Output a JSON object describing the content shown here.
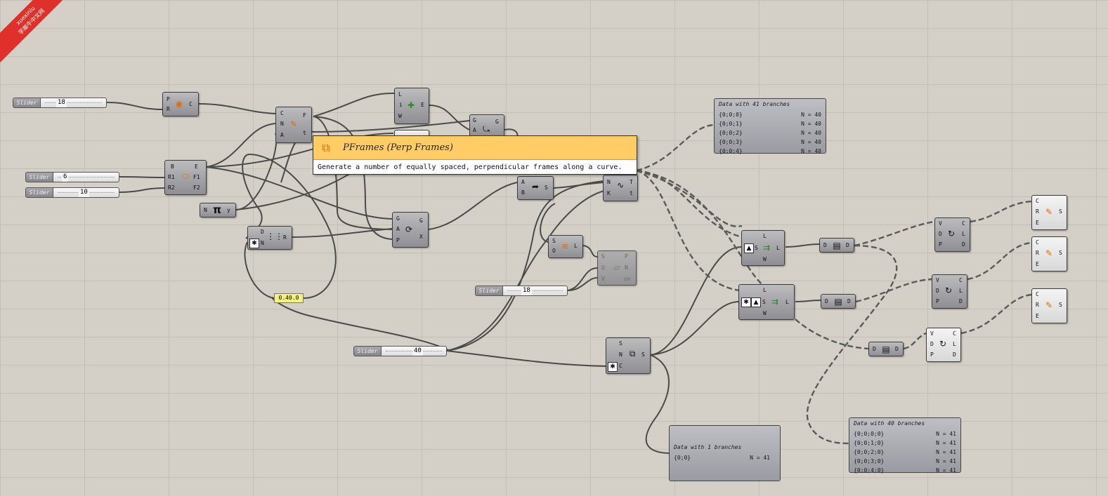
{
  "watermark": {
    "line1": "xuexiniu",
    "line2": "学犀牛中文网"
  },
  "tooltip": {
    "icon": "perp-frames-icon",
    "title": "PFrames (Perp Frames)",
    "description": "Generate a number of equally spaced, perpendicular frames along a curve."
  },
  "sliders": {
    "s1": {
      "label": "Slider",
      "value": "18"
    },
    "s2": {
      "label": "Slider",
      "value": "6"
    },
    "s3": {
      "label": "Slider",
      "value": "10"
    },
    "s4": {
      "label": "Slider",
      "value": "18"
    },
    "s5": {
      "label": "Slider",
      "value": "40"
    }
  },
  "yellow_value": "0.40.0",
  "components": {
    "circle": {
      "in": [
        "P",
        "R"
      ],
      "out": [
        "C"
      ]
    },
    "pframes": {
      "in": [
        "C",
        "N",
        "A"
      ],
      "out": [
        "F",
        "t"
      ]
    },
    "ellipse": {
      "in": [
        "B",
        "R1",
        "R2"
      ],
      "out": [
        "E",
        "F1",
        "F2"
      ]
    },
    "pi": {
      "in": [
        "N"
      ],
      "out": [
        "y"
      ]
    },
    "series": {
      "in": [
        "D",
        "N"
      ],
      "out": [
        "R"
      ]
    },
    "rotate": {
      "in": [
        "G",
        "A",
        "P"
      ],
      "out": [
        "G",
        "X"
      ]
    },
    "move": {
      "in": [
        "L",
        "i",
        "W"
      ],
      "out": [
        "E"
      ]
    },
    "orient": {
      "in": [
        "G",
        "A"
      ],
      "out": [
        "G"
      ]
    },
    "sweep": {
      "in": [
        "A",
        "B"
      ],
      "out": [
        "S"
      ]
    },
    "interp": {
      "in": [
        "N",
        "K"
      ],
      "out": [
        "T",
        "t"
      ]
    },
    "stack": {
      "in": [
        "S",
        "O"
      ],
      "out": [
        "L"
      ]
    },
    "ghost": {
      "in": [
        "S",
        "U",
        "V"
      ],
      "out": [
        "P",
        "N",
        "uv"
      ]
    },
    "loft1": {
      "in": [
        "L",
        "S",
        "W"
      ],
      "out": [
        "L"
      ]
    },
    "loft2": {
      "in": [
        "L",
        "S",
        "W"
      ],
      "out": [
        "L"
      ]
    },
    "flip": {
      "in": [
        "S",
        "N",
        "C"
      ],
      "out": [
        "S"
      ]
    },
    "flat1": {
      "in": [
        "D"
      ],
      "out": [
        "D"
      ]
    },
    "flat2": {
      "in": [
        "D"
      ],
      "out": [
        "D"
      ]
    },
    "flat3": {
      "in": [
        "D"
      ],
      "out": [
        "D"
      ]
    },
    "rev1": {
      "in": [
        "V",
        "D",
        "P"
      ],
      "out": [
        "C",
        "L",
        "D"
      ]
    },
    "rev2": {
      "in": [
        "V",
        "D",
        "P"
      ],
      "out": [
        "C",
        "L",
        "D"
      ]
    },
    "rev3": {
      "in": [
        "V",
        "D",
        "P"
      ],
      "out": [
        "C",
        "L",
        "D"
      ]
    },
    "pipe1": {
      "in": [
        "C",
        "R",
        "E"
      ],
      "out": [
        "S"
      ]
    },
    "pipe2": {
      "in": [
        "C",
        "R",
        "E"
      ],
      "out": [
        "S"
      ]
    },
    "pipe3": {
      "in": [
        "C",
        "R",
        "E"
      ],
      "out": [
        "S"
      ]
    }
  },
  "panels": {
    "p41": {
      "header": "Data with 41 branches",
      "rows": [
        {
          "path": "{0;0;0}",
          "n": "N = 40"
        },
        {
          "path": "{0;0;1}",
          "n": "N = 40"
        },
        {
          "path": "{0;0;2}",
          "n": "N = 40"
        },
        {
          "path": "{0;0;3}",
          "n": "N = 40"
        },
        {
          "path": "{0;0;4}",
          "n": "N = 40"
        }
      ]
    },
    "p1": {
      "header": "Data with 1 branches",
      "rows": [
        {
          "path": "{0;0}",
          "n": "N = 41"
        }
      ]
    },
    "p40": {
      "header": "Data with 40 branches",
      "rows": [
        {
          "path": "{0;0;0;0}",
          "n": "N = 41"
        },
        {
          "path": "{0;0;1;0}",
          "n": "N = 41"
        },
        {
          "path": "{0;0;2;0}",
          "n": "N = 41"
        },
        {
          "path": "{0;0;3;0}",
          "n": "N = 41"
        },
        {
          "path": "{0;0;4;0}",
          "n": "N = 41"
        }
      ]
    }
  }
}
